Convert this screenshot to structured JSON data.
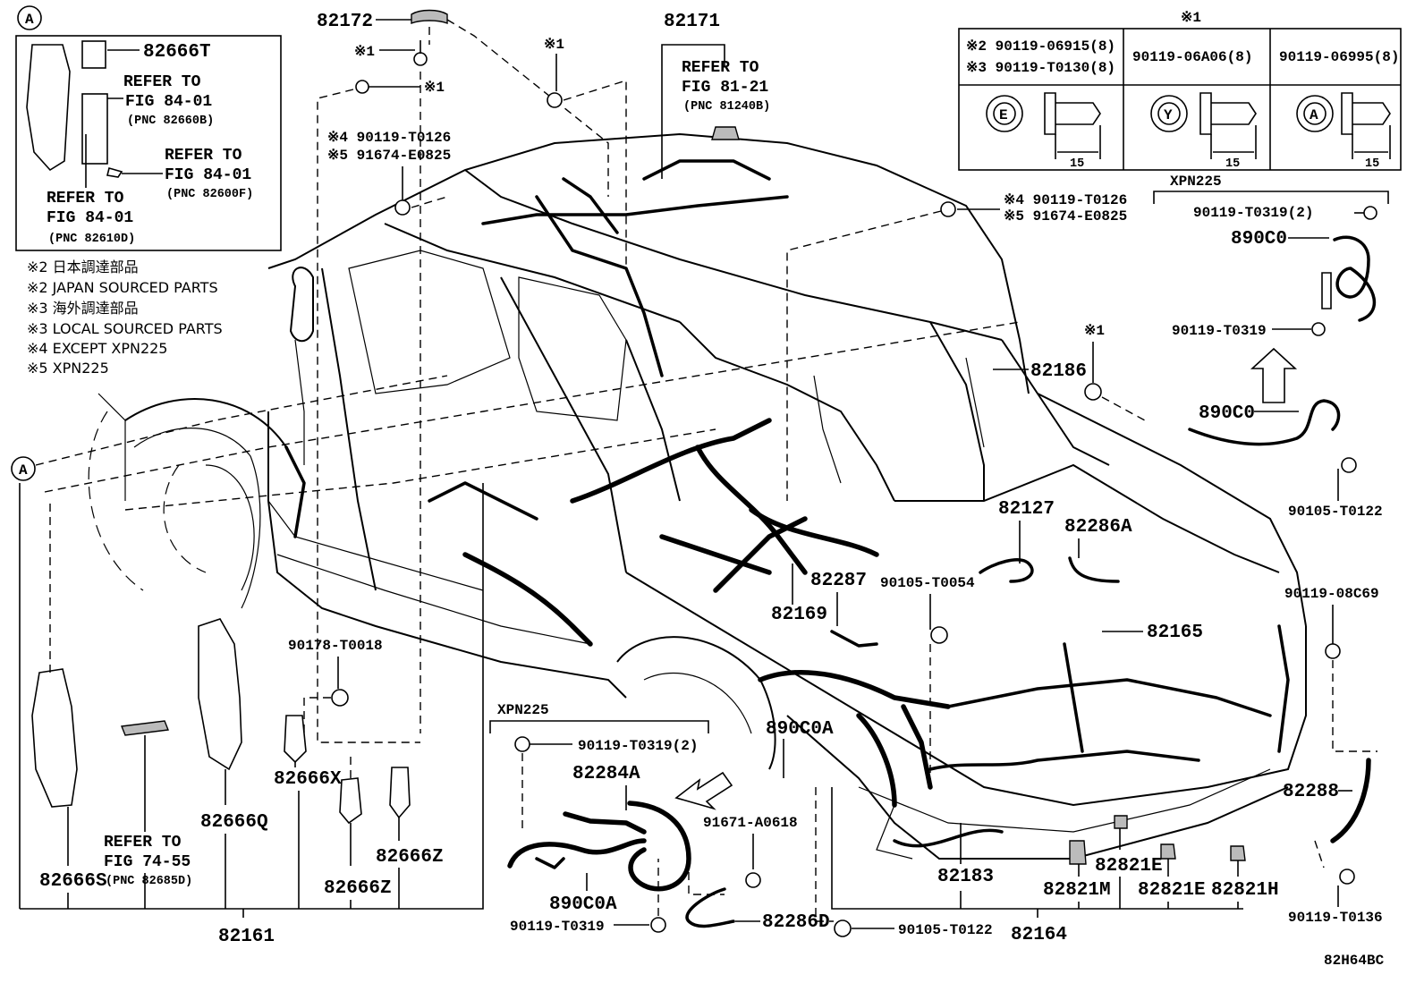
{
  "diagram_id": "82H64BC",
  "notes": [
    "※2 日本調達部品",
    "※2 JAPAN SOURCED PARTS",
    "※3 海外調達部品",
    "※3 LOCAL SOURCED PARTS",
    "※4 EXCEPT XPN225",
    "※5 XPN225"
  ],
  "inset_a": {
    "badge": "A",
    "part": "82666T",
    "ref1": [
      "REFER TO",
      "FIG 84-01",
      "(PNC 82660B)"
    ],
    "ref2": [
      "REFER TO",
      "FIG 84-01",
      "(PNC 82600F)"
    ],
    "ref3": [
      "REFER TO",
      "FIG 84-01",
      "(PNC 82610D)"
    ]
  },
  "bolt_table": {
    "title": "※1",
    "col1": [
      "※2 90119-06915(8)",
      "※3 90119-T0130(8)"
    ],
    "col2": "90119-06A06(8)",
    "col3": "90119-06995(8)",
    "heads": [
      "E",
      "Y",
      "A"
    ],
    "dims": [
      "15",
      "15",
      "15"
    ]
  },
  "top": {
    "p82172": "82172",
    "p82171": "82171",
    "ref": [
      "REFER TO",
      "FIG 81-21",
      "(PNC 81240B)"
    ],
    "mark1a": "※1",
    "mark1b": "※1",
    "mark1c": "※1",
    "mark1d": "※1",
    "left_alt": [
      "※4 90119-T0126",
      "※5 91674-E0825"
    ],
    "right_alt": [
      "※4 90119-T0126",
      "※5 91674-E0825"
    ]
  },
  "xpn_right": {
    "label": "XPN225",
    "bolt2": "90119-T0319(2)",
    "conn": "890C0",
    "bolt": "90119-T0319"
  },
  "right": {
    "p82186": "82186",
    "p890C0": "890C0",
    "p90105_T0122": "90105-T0122",
    "p82127": "82127",
    "p82286A": "82286A",
    "p82287": "82287",
    "p90105_T0054": "90105-T0054",
    "p82169": "82169",
    "p82165": "82165",
    "p90119_08C69": "90119-08C69",
    "p890C0A": "890C0A",
    "p82288": "82288",
    "p91671_A0618": "91671-A0618",
    "p82183": "82183",
    "p82821E_a": "82821E",
    "p82821M": "82821M",
    "p82821E_b": "82821E",
    "p82821H": "82821H",
    "p90119_T0136": "90119-T0136",
    "p90105_T0122b": "90105-T0122",
    "p82164": "82164"
  },
  "left": {
    "badge": "A",
    "p90178_T0018": "90178-T0018",
    "p82666X": "82666X",
    "p82666Q": "82666Q",
    "ref": [
      "REFER TO",
      "FIG 74-55"
    ],
    "p82666S": "82666S",
    "pnc": "(PNC 82685D)",
    "p82666Z_a": "82666Z",
    "p82666Z_b": "82666Z",
    "p82161": "82161"
  },
  "xpn_bottom": {
    "label": "XPN225",
    "bolt2": "90119-T0319(2)",
    "p82284A": "82284A",
    "p890C0A": "890C0A",
    "bolt": "90119-T0319",
    "p82286D": "82286D"
  }
}
